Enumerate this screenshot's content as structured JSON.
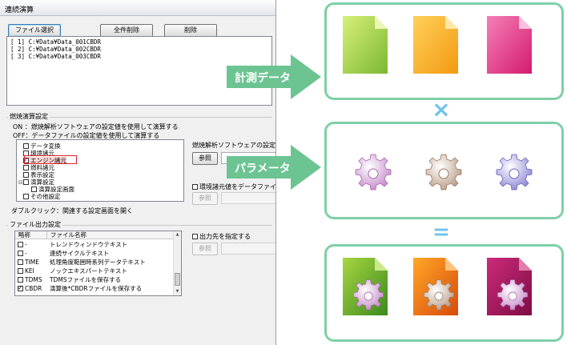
{
  "window": {
    "title": "連続演算",
    "buttons": {
      "file_select": "ファイル選択",
      "delete_all": "全件削除",
      "delete": "削除"
    },
    "file_list": [
      "[ 1] C:¥Data¥Data_001CBDR",
      "[ 2] C:¥Data¥Data_002CBDR",
      "[ 3] C:¥Data¥Data_003CBDR"
    ]
  },
  "combustion_settings": {
    "group_label": "燃焼演算設定",
    "on_note": "ON ：燃焼解析ソフトウェアの設定値を使用して演算する",
    "off_note": "OFF：データファイルの設定値を使用して演算する",
    "tree": [
      {
        "label": "データ変換",
        "checked": false,
        "indent": 1
      },
      {
        "label": "環境諸元",
        "checked": false,
        "indent": 1
      },
      {
        "label": "エンジン諸元",
        "checked": true,
        "indent": 1
      },
      {
        "label": "燃料諸元",
        "checked": false,
        "indent": 1
      },
      {
        "label": "表示設定",
        "checked": false,
        "indent": 1
      },
      {
        "label": "演算設定",
        "checked": false,
        "indent": 0,
        "expander": "⊟"
      },
      {
        "label": "演算設定画面",
        "checked": false,
        "indent": 2
      },
      {
        "label": "その他設定",
        "checked": false,
        "indent": 1
      }
    ],
    "double_click_note": "ダブルクリック：関連する設定画面を開く",
    "software_settings_label": "燃焼解析ソフトウェアの設定値を",
    "browse_label": "参照",
    "env_checkbox_label": "環境諸元値をデータファイル名",
    "browse_label_2": "参照"
  },
  "file_output": {
    "group_label": "ファイル出力設定",
    "columns": [
      "略称",
      "ファイル名称"
    ],
    "rows": [
      {
        "abbr": "-",
        "name": "トレンドウィンドウテキスト",
        "checked": false
      },
      {
        "abbr": "-",
        "name": "連続サイクルテキスト",
        "checked": false
      },
      {
        "abbr": "TIME",
        "name": "処理角度範囲時系列データテキスト",
        "checked": false
      },
      {
        "abbr": "KEI",
        "name": "ノックエキスパートテキスト",
        "checked": false
      },
      {
        "abbr": "TDMS",
        "name": "TDMSファイルを保存する",
        "checked": false
      },
      {
        "abbr": "CBDR",
        "name": "演算後*CBDRファイルを保存する",
        "checked": true
      }
    ],
    "output_dest_label": "出力先を指定する",
    "browse_label": "参照"
  },
  "illustration": {
    "measurement_label": "計測データ",
    "parameter_label": "パラメータ",
    "times_symbol": "×",
    "equals_symbol": "=",
    "colors": {
      "green": "#8cc63f",
      "orange": "#f7a21b",
      "magenta": "#e0307e",
      "panel_border": "#7fcfa7",
      "arrow": "#6cc492"
    }
  }
}
